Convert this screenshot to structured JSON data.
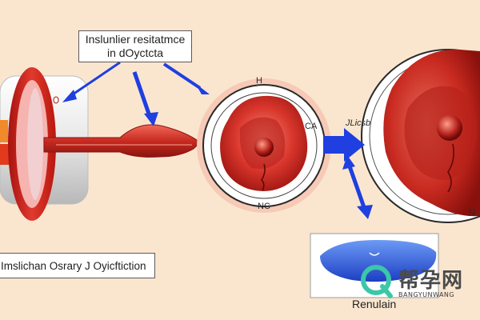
{
  "title_box": {
    "line1": "Inslunlier resitatmce",
    "line2": "in dOyctcta"
  },
  "bottom_box": {
    "text": "Imslichan Osrary J Oyicftiction"
  },
  "cell_labels": {
    "h": "H",
    "ca": "CA",
    "nc": "NC",
    "arrow_tag": "JLicsb",
    "n": "N"
  },
  "renal": {
    "label": "Renulain"
  },
  "watermark": {
    "chinese": "帮孕网",
    "english": "BANGYUNWANG"
  },
  "colors": {
    "background": "#fae6cf",
    "cell_red": "#d9332b",
    "arrow_blue": "#1f3fe0",
    "renal_blue": "#2a5de0",
    "watermark_teal": "#3bc7a8"
  }
}
